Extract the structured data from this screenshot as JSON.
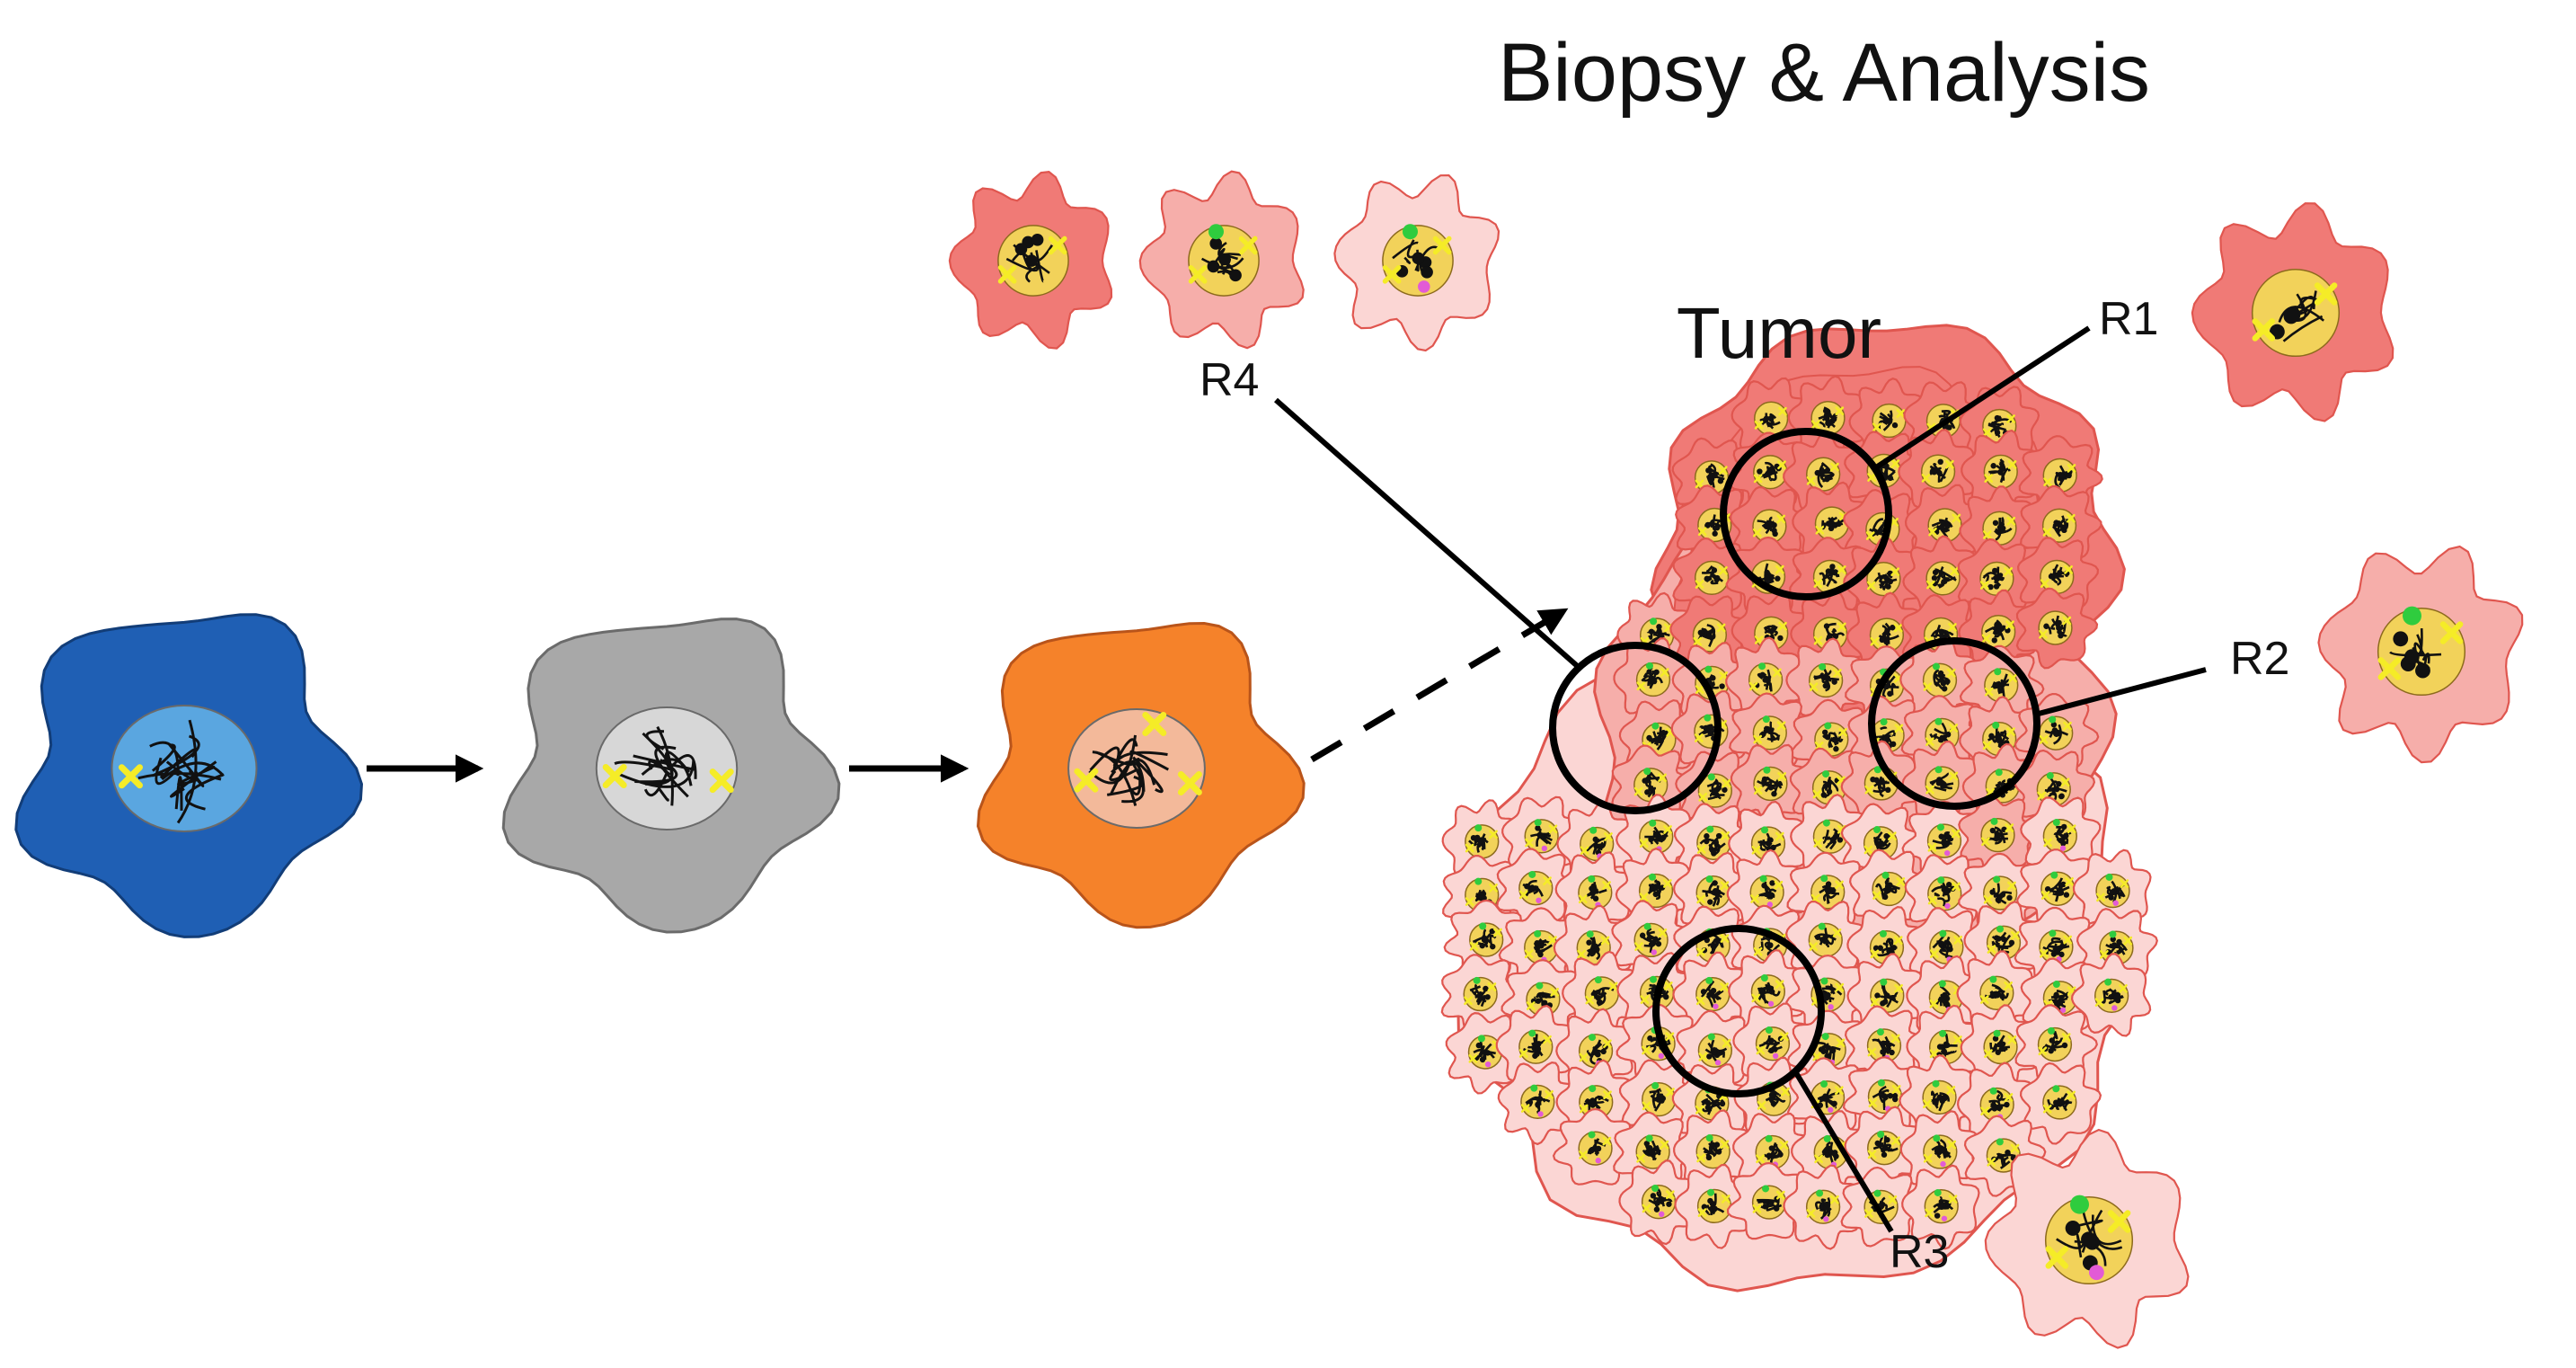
{
  "figure": {
    "title": "Biopsy & Analysis",
    "tumor_label": "Tumor",
    "regions": [
      "R1",
      "R2",
      "R3",
      "R4"
    ]
  },
  "colors": {
    "normal_cell": "#1f5fb4",
    "intermediate_cell": "#a8a8a8",
    "transformed_cell": "#f5822a",
    "subclone_dark": "#f07a76",
    "subclone_medium": "#f6aeaa",
    "subclone_light": "#fbd6d4",
    "cell_edge_red": "#e0564f",
    "nucleus": "#f2d25a",
    "mutation_yellow": "#f5ec27",
    "mutation_green": "#2fcc3e",
    "mutation_magenta": "#e25bd6"
  },
  "icons": [
    "cell-icon",
    "nucleus-icon",
    "mutation-mark-icon",
    "arrow-right-icon",
    "dashed-arrow-icon",
    "biopsy-circle-icon"
  ]
}
